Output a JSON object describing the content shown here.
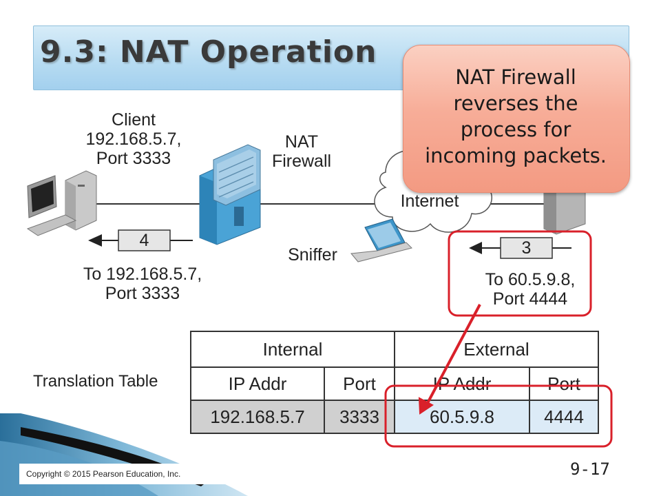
{
  "slide": {
    "title": "9.3: NAT Operation",
    "callout": [
      "NAT Firewall",
      "reverses the",
      "process for",
      "incoming packets."
    ],
    "copyright": "Copyright © 2015 Pearson Education, Inc.",
    "slide_number": "9-17"
  },
  "diagram": {
    "client_label": [
      "Client",
      "192.168.5.7,",
      "Port 3333"
    ],
    "firewall_label": [
      "NAT",
      "Firewall"
    ],
    "internet_label": "Internet",
    "sniffer_label": "Sniffer",
    "packet_left": {
      "number": "4",
      "dest": [
        "To 192.168.5.7,",
        "Port 3333"
      ]
    },
    "packet_right": {
      "number": "3",
      "dest": [
        "To 60.5.9.8,",
        "Port 4444"
      ]
    }
  },
  "translation_table": {
    "label": "Translation Table",
    "group_headers": [
      "Internal",
      "External"
    ],
    "column_headers": [
      "IP Addr",
      "Port",
      "IP Addr",
      "Port"
    ],
    "row": [
      "192.168.5.7",
      "3333",
      "60.5.9.8",
      "4444"
    ]
  },
  "colors": {
    "highlight": "#d9202a",
    "title_bar": "#b8dcf2",
    "callout": "#f7ad98",
    "internal_row_fill": "#d0d0d0",
    "external_row_fill": "#dcebf7"
  }
}
